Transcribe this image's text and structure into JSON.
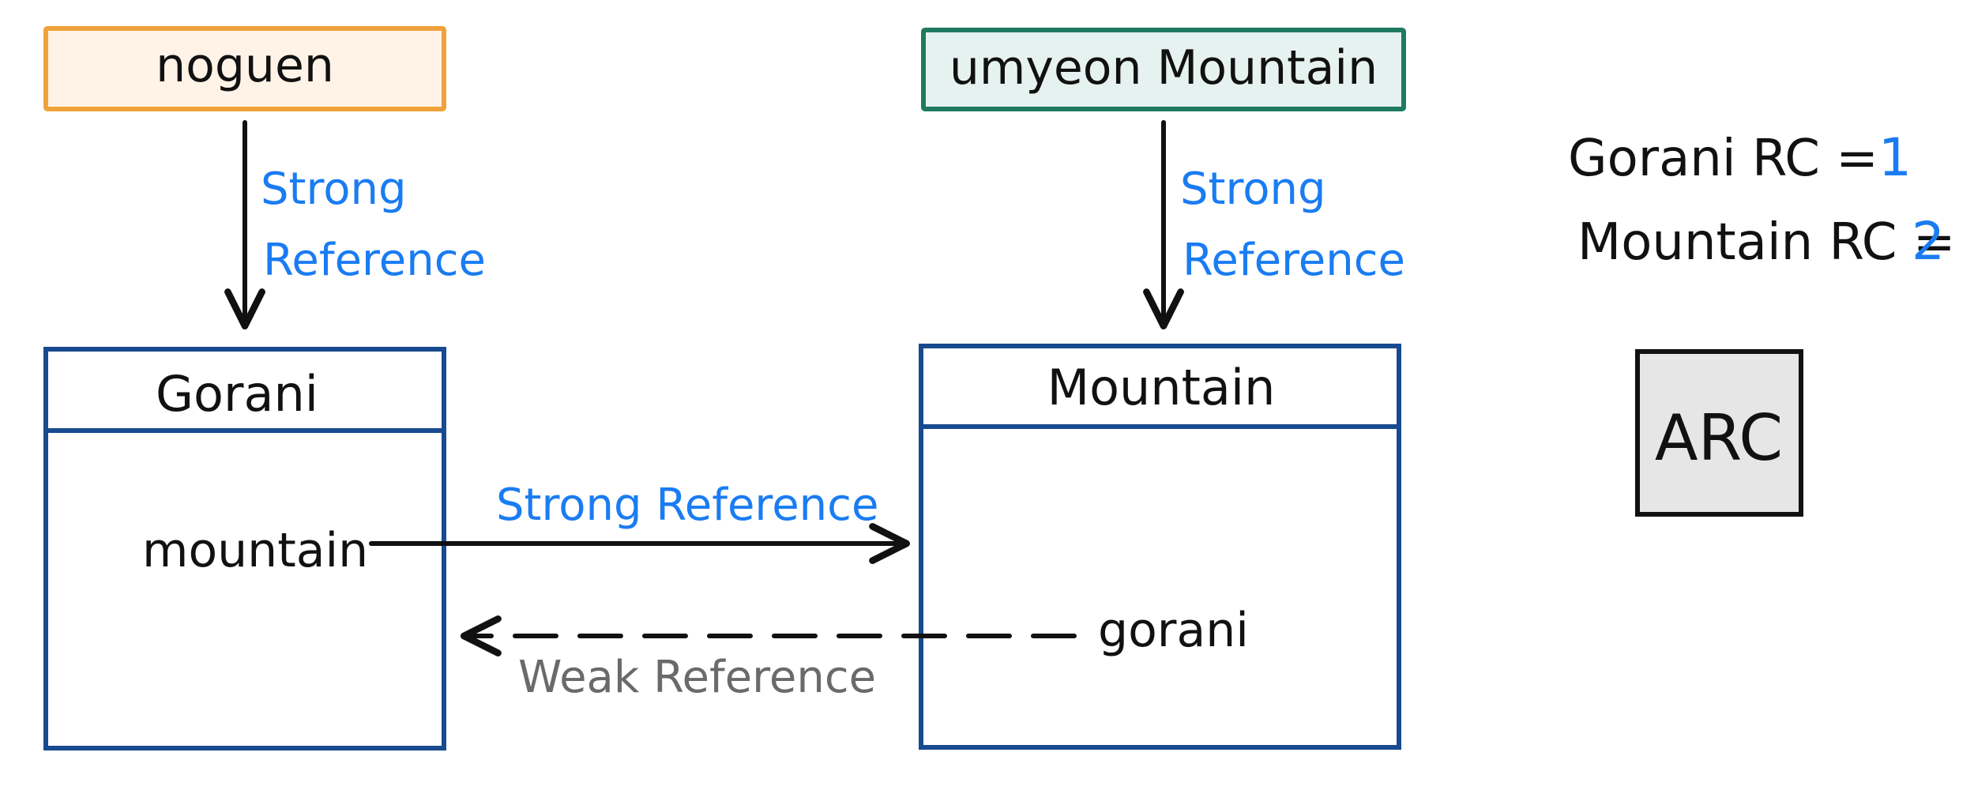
{
  "owners": {
    "noguen": {
      "label": "noguen",
      "border": "#f0a23a",
      "fill": "#fff3e8"
    },
    "umyeon": {
      "label": "umyeon Mountain",
      "border": "#1f7a5f",
      "fill": "#e6f2ef"
    }
  },
  "classes": {
    "gorani": {
      "title": "Gorani",
      "property": "mountain"
    },
    "mountain": {
      "title": "Mountain",
      "property": "gorani"
    }
  },
  "references": {
    "noguen_to_gorani": {
      "line1": "Strong",
      "line2": "Reference"
    },
    "umyeon_to_mountain": {
      "line1": "Strong",
      "line2": "Reference"
    },
    "gorani_to_mountain": {
      "label": "Strong Reference"
    },
    "mountain_to_gorani": {
      "label": "Weak Reference"
    }
  },
  "reference_counts": {
    "gorani": {
      "label": "Gorani RC =",
      "value": "1"
    },
    "mountain": {
      "label": "Mountain RC =",
      "value": "2"
    }
  },
  "arc_box": {
    "label": "ARC",
    "fill": "#e6e6e6"
  },
  "colors": {
    "class_border": "#184a8f",
    "strong_label": "#1a7cf2",
    "weak_label": "#6a6a6a",
    "arrow": "#111111"
  }
}
